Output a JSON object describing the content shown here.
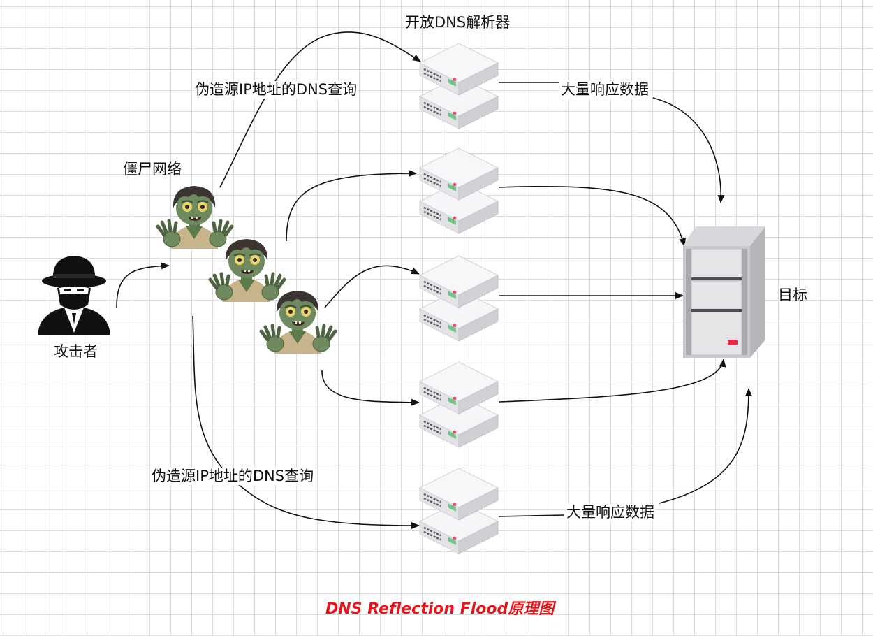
{
  "labels": {
    "resolvers": "开放DNS解析器",
    "spoofed_query_top": "伪造源IP地址的DNS查询",
    "spoofed_query_bottom": "伪造源IP地址的DNS查询",
    "botnet": "僵尸网络",
    "attacker": "攻击者",
    "target": "目标",
    "response_top": "大量响应数据",
    "response_bottom": "大量响应数据"
  },
  "title": "DNS Reflection Flood原理图",
  "icons": {
    "attacker": "hacker-icon",
    "zombies": [
      "zombie-icon",
      "zombie-icon",
      "zombie-icon"
    ],
    "resolvers": [
      "server-icon",
      "server-icon",
      "server-icon",
      "server-icon",
      "server-icon"
    ],
    "target": "target-server-icon"
  },
  "colors": {
    "title": "#e8141b",
    "grid": "#dcdcdc",
    "arrow": "#111111",
    "zombie_skin": "#6f8a5e",
    "zombie_hair": "#3b3532",
    "zombie_shirt": "#c8b48a",
    "server_body": "#e9e9ec",
    "server_led": "#ef4a6a",
    "server_green": "#72c18a"
  }
}
